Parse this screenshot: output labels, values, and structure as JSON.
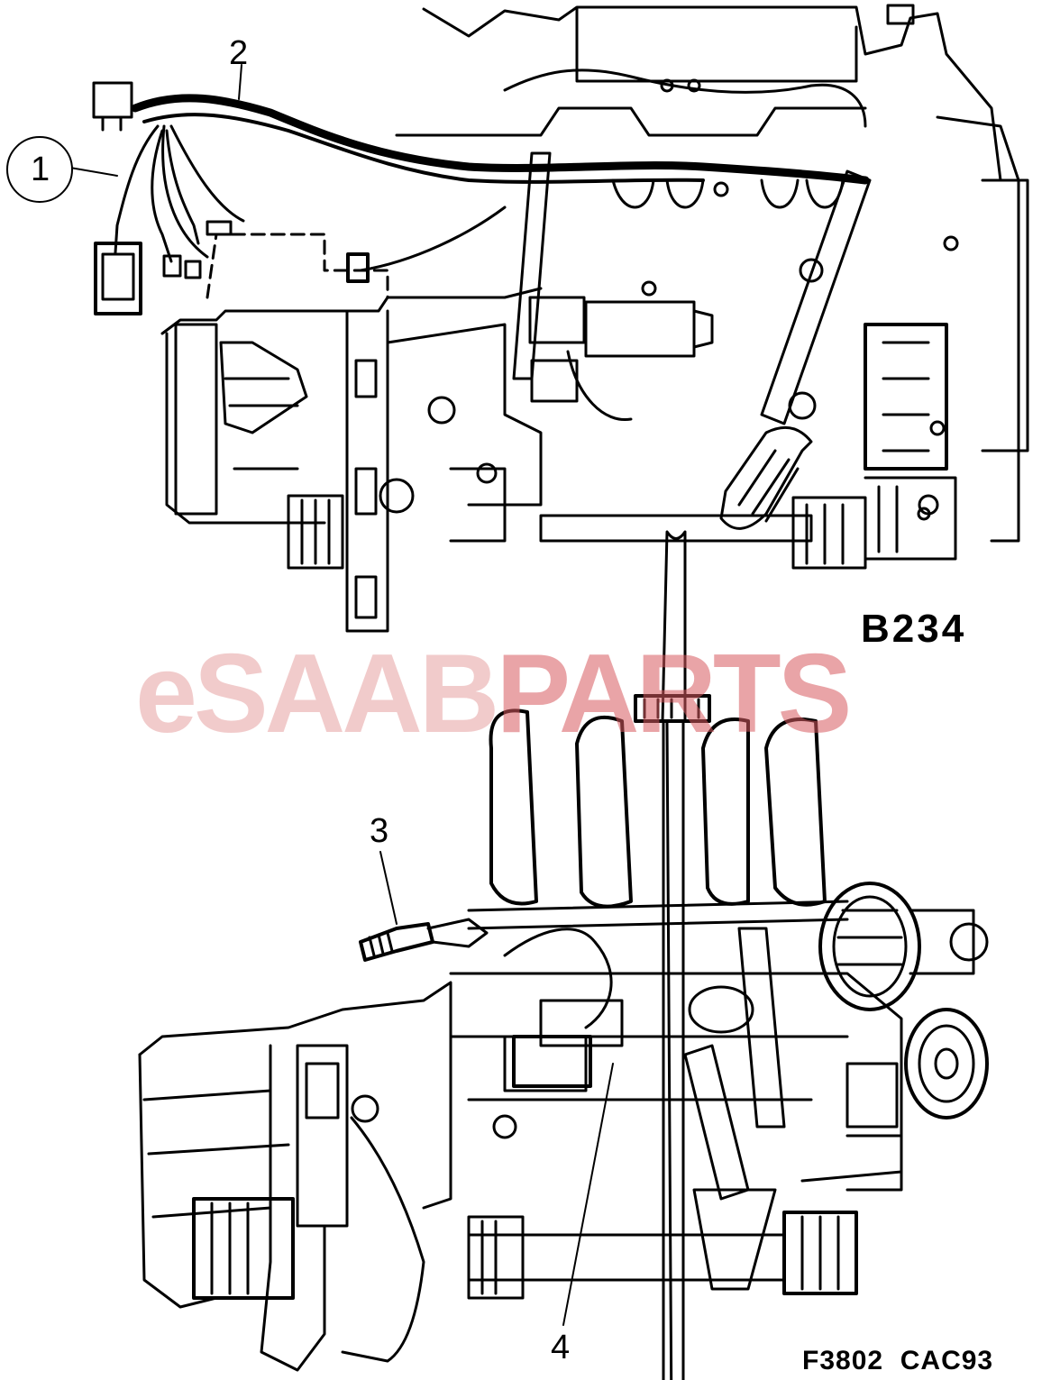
{
  "callouts": {
    "c1": "1",
    "c2": "2",
    "c3": "3",
    "c4": "4"
  },
  "model_label": "B234",
  "figure_code": "F3802  CAC93",
  "watermark": {
    "part1": "eSAAB",
    "part2": "PARTS",
    "color1": "#e7a2a2",
    "color2": "#d85a60"
  }
}
